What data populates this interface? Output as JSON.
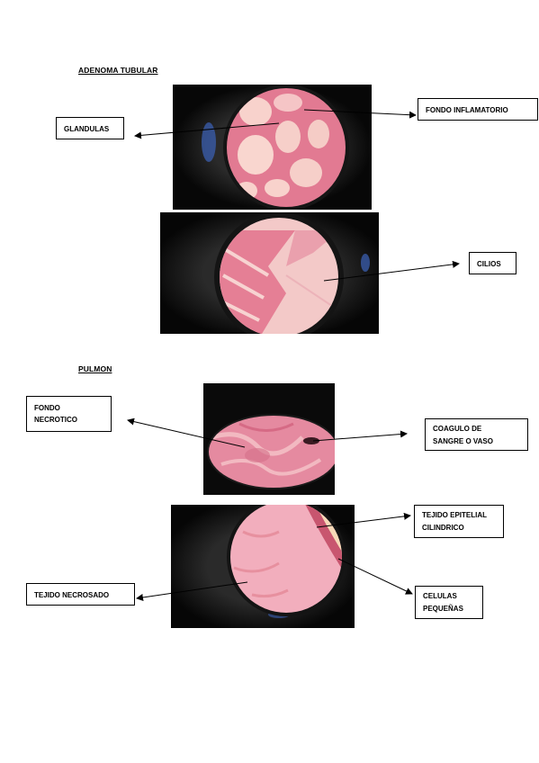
{
  "sections": [
    {
      "heading": "ADENOMA TUBULAR",
      "labels": {
        "glandulas": "GLANDULAS",
        "fondo_inflamatorio": "FONDO INFLAMATORIO",
        "cilios": "CILIOS"
      }
    },
    {
      "heading": "PULMON",
      "labels": {
        "fondo_necrotico_line1": "FONDO",
        "fondo_necrotico_line2": "NECROTICO",
        "coagulo_line1": "COAGULO DE",
        "coagulo_line2": "SANGRE O VASO",
        "tejido_epitelial_line1": "TEJIDO EPITELIAL",
        "tejido_epitelial_line2": "CILINDRICO",
        "tejido_necrosado": "TEJIDO NECROSADO",
        "celulas_line1": "CELULAS",
        "celulas_line2": "PEQUEÑAS"
      }
    }
  ],
  "colors": {
    "tissue_pink": "#e88aa0",
    "tissue_light": "#f6c9cf",
    "frame_dark": "#0b0b0b",
    "text": "#000000"
  }
}
